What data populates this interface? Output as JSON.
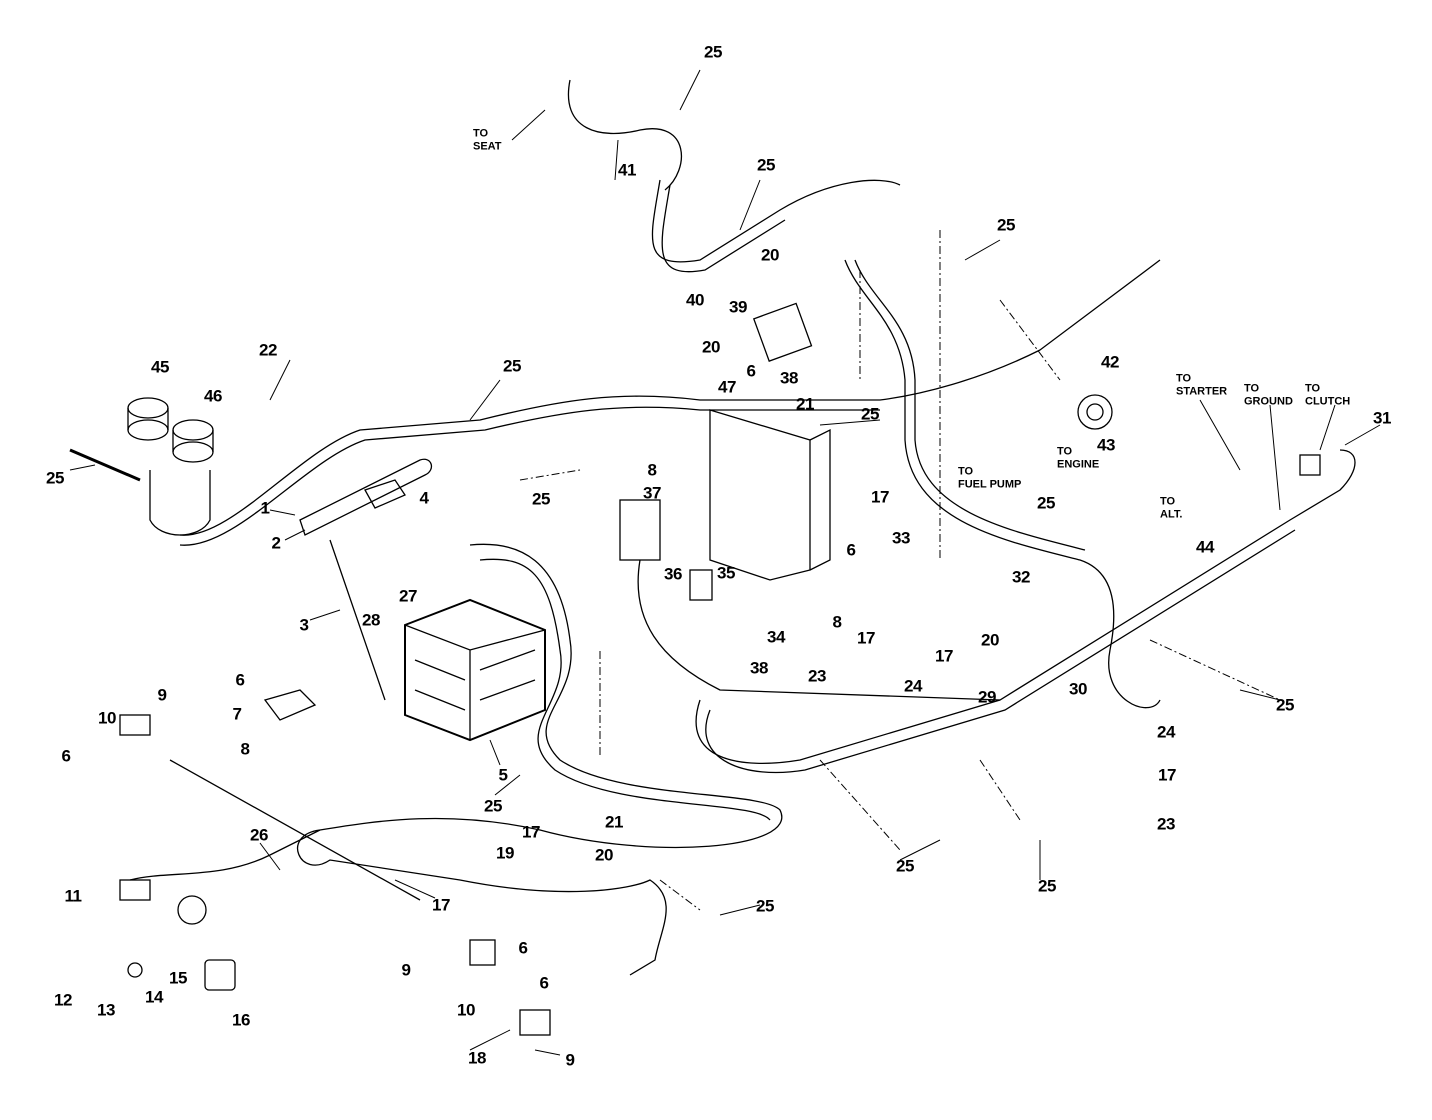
{
  "diagram": {
    "callouts": [
      "25",
      "41",
      "25",
      "25",
      "20",
      "40",
      "39",
      "20",
      "38",
      "45",
      "46",
      "22",
      "25",
      "42",
      "31",
      "47",
      "6",
      "21",
      "25",
      "43",
      "25",
      "17",
      "8",
      "37",
      "4",
      "25",
      "1",
      "2",
      "25",
      "44",
      "33",
      "36",
      "35",
      "28",
      "27",
      "6",
      "32",
      "3",
      "34",
      "8",
      "17",
      "17",
      "20",
      "38",
      "23",
      "24",
      "29",
      "30",
      "25",
      "9",
      "6",
      "10",
      "7",
      "8",
      "6",
      "5",
      "24",
      "17",
      "23",
      "25",
      "26",
      "17",
      "21",
      "19",
      "20",
      "25",
      "25",
      "17",
      "25",
      "11",
      "15",
      "12",
      "13",
      "14",
      "16",
      "6",
      "9",
      "10",
      "6",
      "18",
      "9"
    ],
    "destinations": [
      "TO\nSEAT",
      "TO\nFUEL PUMP",
      "TO\nENGINE",
      "TO\nSTARTER",
      "TO\nGROUND",
      "TO\nCLUTCH",
      "TO\nALT."
    ],
    "line_color": "#000000",
    "background": "#ffffff"
  }
}
